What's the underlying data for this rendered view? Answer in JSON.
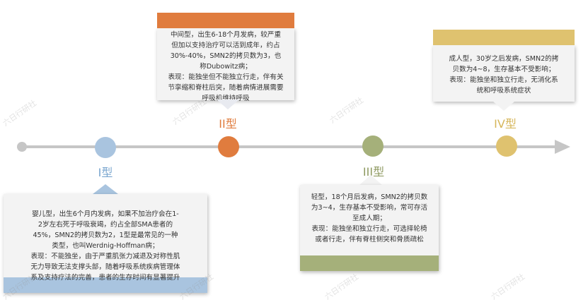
{
  "colors": {
    "axis": "#c6c6c6",
    "type1": "#a9c4df",
    "type2": "#e07c3e",
    "type3": "#a5b07a",
    "type4": "#dfc26f",
    "box_bg": "#f3f3f3"
  },
  "types": [
    {
      "label": "I型",
      "description": "婴儿型，出生6个月内发病，如果不加治疗会在1-\n2岁左右死于呼吸衰竭，约占全部SMA患者的\n45%，SMN2的拷贝数为2，1型是最常见的一种\n类型，也叫Werdnig-Hoffman病；\n表现：不能独坐，由于严重肌张力减退及对称性肌\n无力导致无法支撑头部，随着呼吸系统疾病管理体\n系及支持疗法的完善，患者的生存时间有显著提升"
    },
    {
      "label": "II型",
      "description": "中间型，出生6-18个月发病，较严重\n但加以支持治疗可以活到成年，约占\n30%-40%，SMN2的拷贝数为3，也\n称Dubowitz病；\n表现：能独坐但不能独立行走，伴有关\n节挛缩和脊柱后突，随着病情进展需要\n呼吸机维持呼吸"
    },
    {
      "label": "III型",
      "description": "轻型，18个月后发病，SMN2的拷贝数\n为3~4，生存基本不受影响，常可存活\n至成人期；\n表现：能独坐和独立行走，可选择轮椅\n或者行走，伴有脊柱侧突和骨质疏松"
    },
    {
      "label": "IV型",
      "description": "成人型，30岁之后发病，SMN2的拷\n贝数为4~8，生存基本不受影响；\n表现：能独坐和独立行走，无消化系\n统和呼吸系统症状"
    }
  ],
  "watermark": "六日行研社"
}
